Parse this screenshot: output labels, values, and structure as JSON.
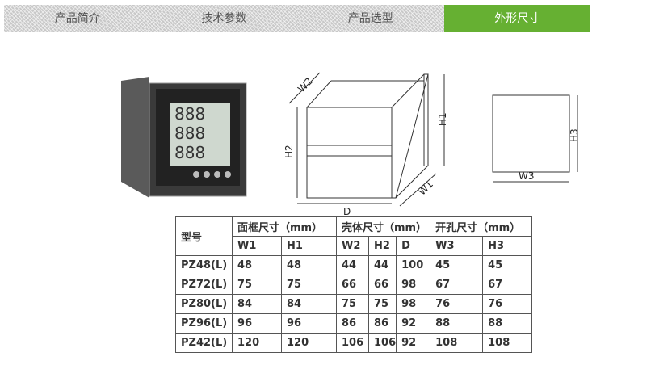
{
  "tabs": [
    {
      "label": "产品简介"
    },
    {
      "label": "技术参数"
    },
    {
      "label": "产品选型"
    },
    {
      "label": "外形尺寸",
      "active": true
    }
  ],
  "diagram": {
    "labels": {
      "w2": "W2",
      "h2": "H2",
      "d": "D",
      "h1": "H1",
      "w1": "W1",
      "h3": "H3",
      "w3": "W3"
    }
  },
  "table": {
    "model_header": "型号",
    "groups": [
      "面框尺寸（mm）",
      "壳体尺寸（mm）",
      "开孔尺寸（mm）"
    ],
    "columns": [
      "W1",
      "H1",
      "W2",
      "H2",
      "D",
      "W3",
      "H3"
    ],
    "rows": [
      [
        "PZ48(L)",
        "48",
        "48",
        "44",
        "44",
        "100",
        "45",
        "45"
      ],
      [
        "PZ72(L)",
        "75",
        "75",
        "66",
        "66",
        "98",
        "67",
        "67"
      ],
      [
        "PZ80(L)",
        "84",
        "84",
        "75",
        "75",
        "98",
        "76",
        "76"
      ],
      [
        "PZ96(L)",
        "96",
        "96",
        "86",
        "86",
        "92",
        "88",
        "88"
      ],
      [
        "PZ42(L)",
        "120",
        "120",
        "106",
        "106",
        "92",
        "108",
        "108"
      ]
    ]
  },
  "colors": {
    "accent": "#66b032"
  }
}
